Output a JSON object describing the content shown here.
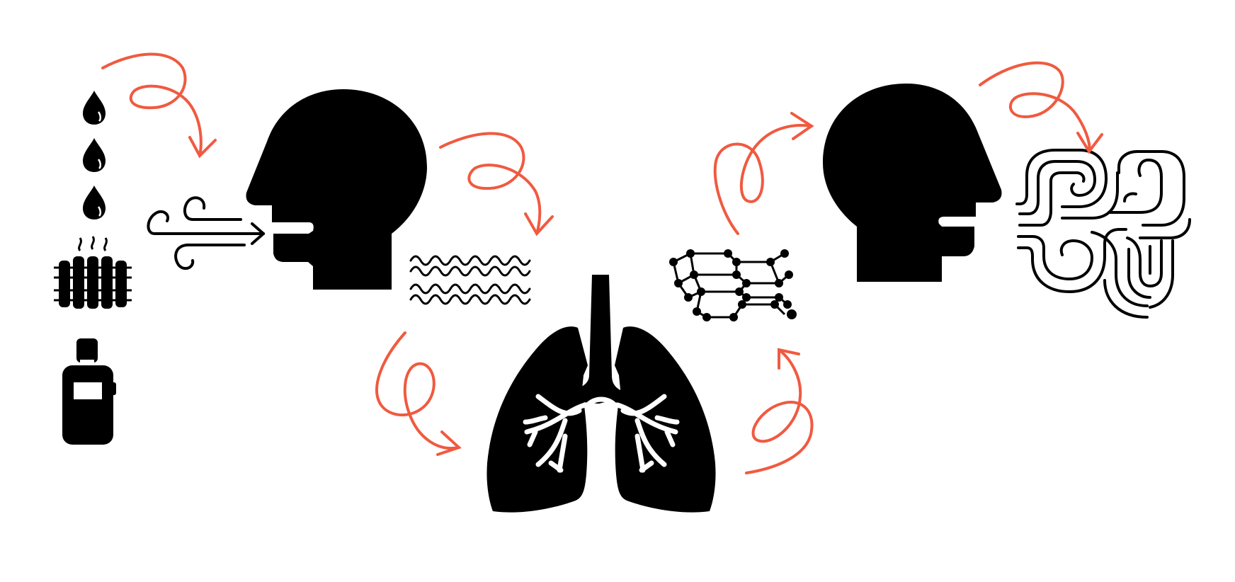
{
  "diagram": {
    "colors": {
      "ink": "#000000",
      "accent": "#f05a40",
      "background": "#ffffff"
    },
    "stages": [
      {
        "id": "sources",
        "icons": [
          "water-drop-icon",
          "radiator-icon",
          "spray-bottle-icon"
        ]
      },
      {
        "id": "inhale",
        "icons": [
          "wind-icon",
          "head-inhaling-icon"
        ]
      },
      {
        "id": "vapor",
        "icons": [
          "vapor-waves-icon"
        ]
      },
      {
        "id": "lungs",
        "icons": [
          "lungs-icon"
        ]
      },
      {
        "id": "molecules",
        "icons": [
          "molecule-network-icon"
        ]
      },
      {
        "id": "exhale",
        "icons": [
          "head-exhaling-icon",
          "swirling-breath-icon"
        ]
      }
    ],
    "flow_arrows": 6
  }
}
